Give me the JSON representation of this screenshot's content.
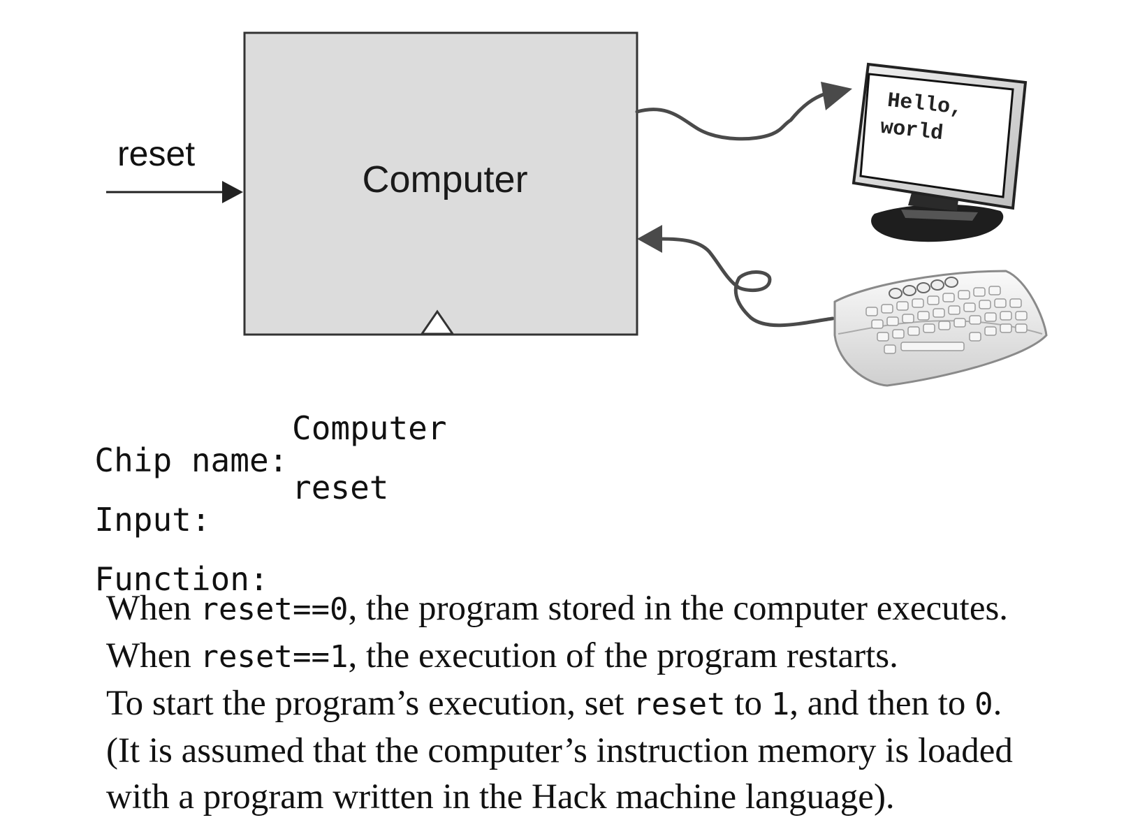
{
  "diagram": {
    "chip_box_label": "Computer",
    "reset_input_label": "reset",
    "screen_text_line1": "Hello,",
    "screen_text_line2": "world",
    "colors": {
      "chip_fill": "#dcdcdc",
      "stroke": "#333333",
      "cable": "#4a4a4a"
    }
  },
  "spec": {
    "chip_name_label": "Chip name:",
    "chip_name_value": "Computer",
    "input_label": "Input:",
    "input_value": "reset",
    "function_label": "Function:"
  },
  "description": {
    "line1_prefix": "When ",
    "line1_code": "reset==0",
    "line1_suffix": ", the program stored in the computer executes.",
    "line2_prefix": "When ",
    "line2_code": "reset==1",
    "line2_suffix": ", the execution of the program restarts.",
    "line3_a": "To start the program’s execution, set ",
    "line3_code1": "reset",
    "line3_b": " to ",
    "line3_code2": "1",
    "line3_c": ", and then to ",
    "line3_code3": "0",
    "line3_d": ".",
    "line4": "(It is assumed that the computer’s instruction memory is loaded",
    "line5": "with a program written in the Hack machine language)."
  }
}
